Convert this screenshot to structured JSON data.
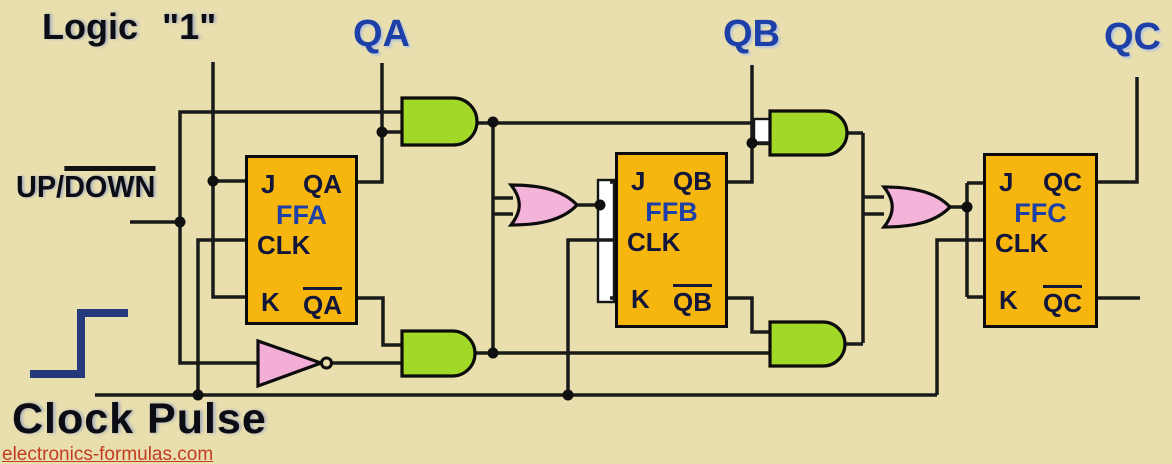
{
  "colors": {
    "background": "#e9dfae",
    "wire": "#1a1a1a",
    "flip_flop_fill": "#f7b60d",
    "and_gate_fill": "#a2d827",
    "or_gate_fill": "#f4b3d9",
    "not_gate_fill": "#f2aed6",
    "blue_label": "#1d3fa8",
    "pin_label": "#12163a",
    "step_symbol": "#23397c",
    "watermark": "#c23d20",
    "heading_text": "#0c0c15"
  },
  "labels": {
    "logic_one": "Logic \"1\"",
    "qa": "QA",
    "qb": "QB",
    "qc": "QC",
    "up_down_base": "UP/",
    "up_down_overlined": "DOWN",
    "clock_pulse": "Clock Pulse"
  },
  "flip_flops": [
    {
      "name": "FFA",
      "j_pin": "J",
      "q_pin": "QA",
      "clk_pin": "CLK",
      "k_pin": "K",
      "q_bar_pin": "QA"
    },
    {
      "name": "FFB",
      "j_pin": "J",
      "q_pin": "QB",
      "clk_pin": "CLK",
      "k_pin": "K",
      "q_bar_pin": "QB"
    },
    {
      "name": "FFC",
      "j_pin": "J",
      "q_pin": "QC",
      "clk_pin": "CLK",
      "k_pin": "K",
      "q_bar_pin": "QC"
    }
  ],
  "gates": {
    "and_gate_count": 4,
    "or_gate_count": 2,
    "not_gate_count": 1
  },
  "watermark": {
    "text": "electronics-formulas.com"
  }
}
